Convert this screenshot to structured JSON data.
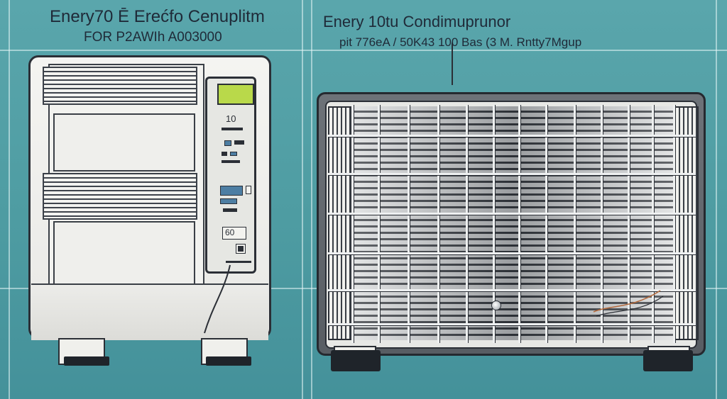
{
  "left_title": {
    "line1": "Enery70 Ē Erećfo Cenuplitm",
    "line2": "FOR P2AWIh  A003000"
  },
  "right_title": {
    "line1": "Enery 10tu Condimuprunor",
    "line2": "pit 776eA / 50K43 100 Bas  (3 M. Rntty7Mgup"
  },
  "left_unit": {
    "control_label": "10",
    "button_label": "60"
  },
  "colors": {
    "background": "#4e9ca2",
    "lcd": "#b9d94a",
    "ink": "#1f2a38"
  },
  "icons": [
    "air-conditioner-illustration",
    "condenser-unit-illustration"
  ]
}
